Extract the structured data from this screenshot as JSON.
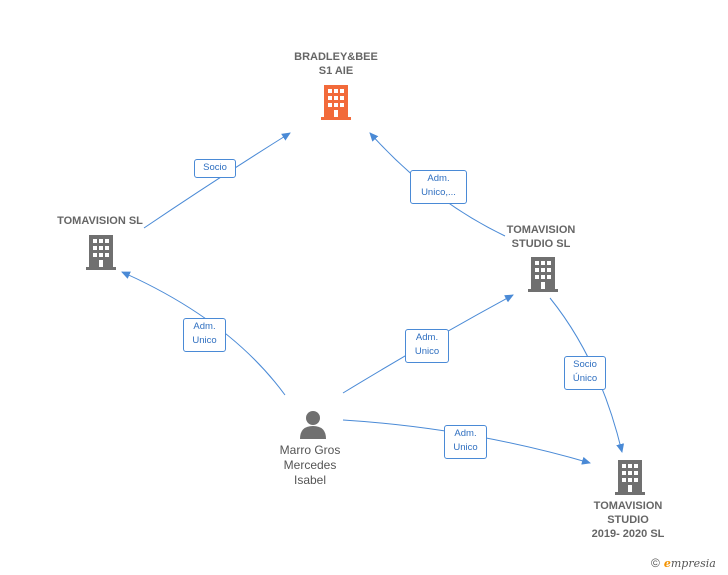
{
  "colors": {
    "edge": "#4a8ad6",
    "node_main": "#f26a3a",
    "node_default": "#707070",
    "person": "#707070"
  },
  "nodes": {
    "bradley": {
      "label": "BRADLEY&BEE\nS1 AIE",
      "icon": "building-icon"
    },
    "tomavision_sl": {
      "label": "TOMAVISION SL",
      "icon": "building-icon"
    },
    "tomavision_studio": {
      "label": "TOMAVISION\nSTUDIO  SL",
      "icon": "building-icon"
    },
    "tomavision_2019": {
      "label": "TOMAVISION\nSTUDIO\n2019- 2020  SL",
      "icon": "building-icon"
    },
    "person": {
      "label": "Marro Gros\nMercedes\nIsabel",
      "icon": "person-icon"
    }
  },
  "edges": {
    "socio": "Socio",
    "adm_unico_multi": "Adm.\nUnico,...",
    "adm_unico_left": "Adm.\nUnico",
    "adm_unico_center": "Adm.\nUnico",
    "socio_unico": "Socio\nÚnico",
    "adm_unico_bottom": "Adm.\nUnico"
  },
  "footer": {
    "copyright": "©",
    "brand_initial": "e",
    "brand_rest": "mpresia"
  }
}
